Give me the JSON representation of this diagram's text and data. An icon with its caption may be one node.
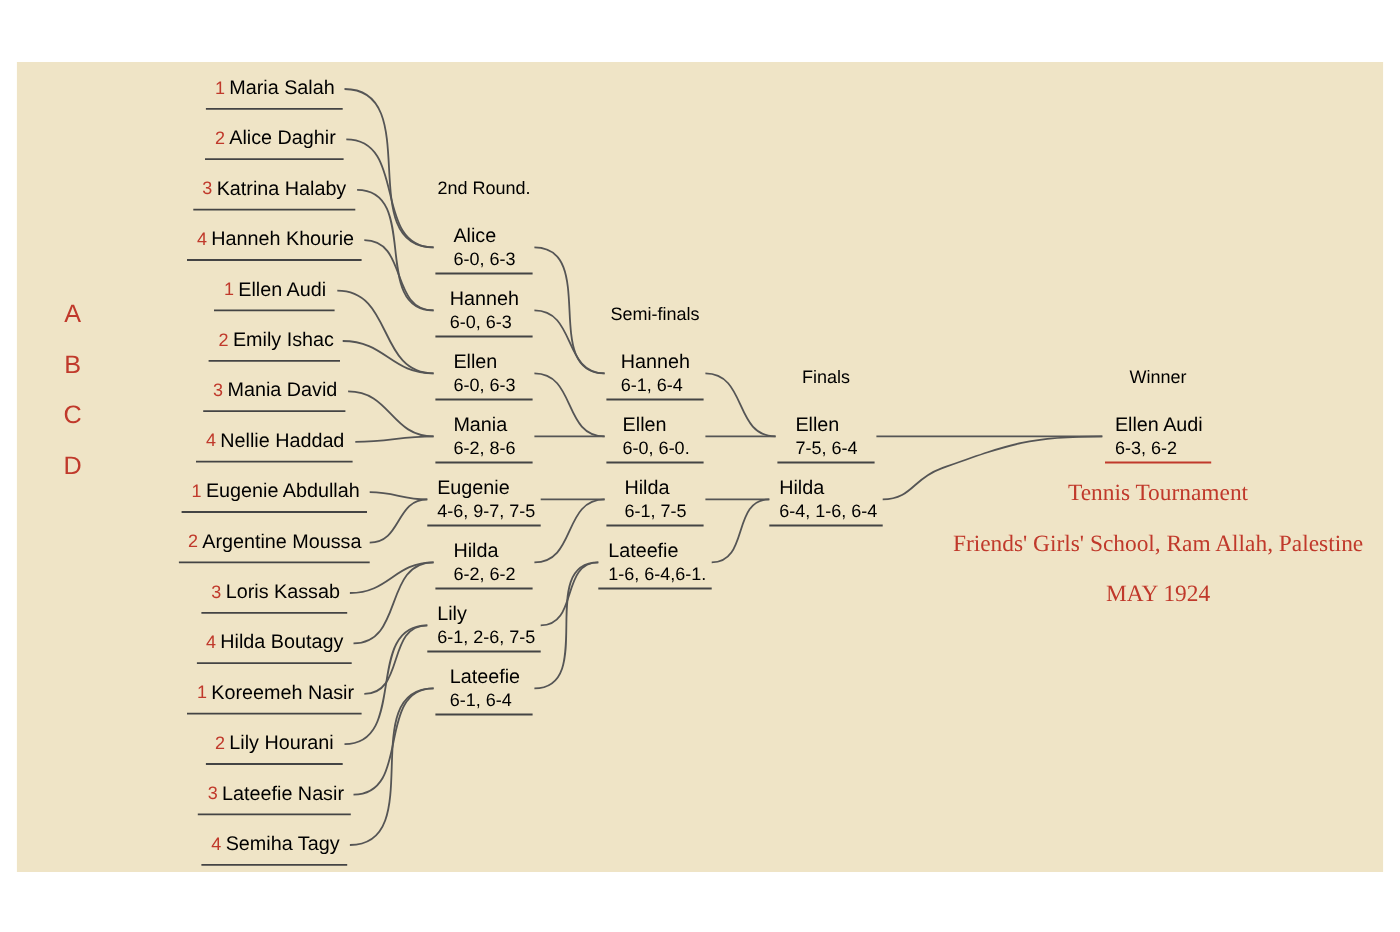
{
  "diagram": {
    "nodes": [
      {
        "text": [
          "1",
          "Maria Salah"
        ]
      },
      {
        "text": [
          "2",
          "Alice Daghir"
        ]
      },
      {
        "text": [
          "3",
          "Katrina Halaby"
        ]
      },
      {
        "text": [
          "4",
          "Hanneh Khourie"
        ]
      },
      {
        "text": [
          "1",
          "Ellen Audi"
        ]
      },
      {
        "text": [
          "2",
          "Emily Ishac"
        ]
      },
      {
        "text": [
          "3",
          "Mania David"
        ]
      },
      {
        "text": [
          "4",
          "Nellie Haddad"
        ]
      },
      {
        "text": [
          "1",
          "Eugenie Abdullah"
        ]
      },
      {
        "text": [
          "2",
          "Argentine Moussa"
        ]
      },
      {
        "text": [
          "3",
          "Loris Kassab"
        ]
      },
      {
        "text": [
          "4",
          "Hilda Boutagy"
        ]
      },
      {
        "text": [
          "1",
          "Koreemeh Nasir"
        ]
      },
      {
        "text": [
          "2",
          "Lily Hourani"
        ]
      },
      {
        "text": [
          "3",
          "Lateefie Nasir"
        ]
      },
      {
        "text": [
          "4",
          "Semiha Tagy"
        ]
      },
      {
        "text": [
          "Alice",
          "6-0, 6-3"
        ]
      },
      {
        "text": [
          "Hanneh",
          "6-0, 6-3"
        ]
      },
      {
        "text": [
          "Ellen",
          "6-0, 6-3"
        ]
      },
      {
        "text": [
          "Mania",
          "6-2, 8-6"
        ]
      },
      {
        "text": [
          "Eugenie",
          "4-6, 9-7, 7-5"
        ]
      },
      {
        "text": [
          "Hilda",
          "6-2, 6-2"
        ]
      },
      {
        "text": [
          "Lily",
          "6-1, 2-6, 7-5"
        ]
      },
      {
        "text": [
          "Lateefie",
          "6-1, 6-4"
        ]
      },
      {
        "text": [
          "Hanneh",
          "6-1, 6-4"
        ]
      },
      {
        "text": [
          "Ellen",
          "6-0, 6-0."
        ]
      },
      {
        "text": [
          "Hilda",
          "6-1, 7-5"
        ]
      },
      {
        "text": [
          "Lateefie",
          "1-6, 6-4,6-1."
        ]
      },
      {
        "text": [
          "Ellen",
          "7-5, 6-4"
        ]
      },
      {
        "text": [
          "Hilda",
          "6-4, 1-6, 6-4"
        ]
      },
      {
        "text": [
          "Ellen Audi",
          "6-3, 6-2"
        ]
      }
    ],
    "edges": [
      {
        "from": 0,
        "to": 16,
        "arrow": "none"
      },
      {
        "from": 1,
        "to": 16,
        "arrow": "none"
      },
      {
        "from": 2,
        "to": 17,
        "arrow": "none"
      },
      {
        "from": 3,
        "to": 17,
        "arrow": "none"
      },
      {
        "from": 4,
        "to": 18,
        "arrow": "none"
      },
      {
        "from": 5,
        "to": 18,
        "arrow": "none"
      },
      {
        "from": 6,
        "to": 19,
        "arrow": "none"
      },
      {
        "from": 7,
        "to": 19,
        "arrow": "none"
      },
      {
        "from": 8,
        "to": 20,
        "arrow": "none"
      },
      {
        "from": 9,
        "to": 20,
        "arrow": "none"
      },
      {
        "from": 10,
        "to": 21,
        "arrow": "none"
      },
      {
        "from": 11,
        "to": 21,
        "arrow": "none"
      },
      {
        "from": 12,
        "to": 22,
        "arrow": "none"
      },
      {
        "from": 13,
        "to": 22,
        "arrow": "none"
      },
      {
        "from": 14,
        "to": 23,
        "arrow": "none"
      },
      {
        "from": 15,
        "to": 23,
        "arrow": "none"
      },
      {
        "from": 16,
        "to": 24,
        "arrow": "none"
      },
      {
        "from": 17,
        "to": 24,
        "arrow": "none"
      },
      {
        "from": 18,
        "to": 25,
        "arrow": "none"
      },
      {
        "from": 19,
        "to": 25,
        "arrow": "none"
      },
      {
        "from": 20,
        "to": 26,
        "arrow": "none"
      },
      {
        "from": 21,
        "to": 26,
        "arrow": "none"
      },
      {
        "from": 22,
        "to": 27,
        "arrow": "none"
      },
      {
        "from": 23,
        "to": 27,
        "arrow": "none"
      },
      {
        "from": 24,
        "to": 28,
        "arrow": "none"
      },
      {
        "from": 25,
        "to": 28,
        "arrow": "none"
      },
      {
        "from": 26,
        "to": 29,
        "arrow": "none"
      },
      {
        "from": 27,
        "to": 29,
        "arrow": "none"
      },
      {
        "from": 28,
        "to": 30,
        "arrow": "none"
      },
      {
        "from": 29,
        "to": 30,
        "arrow": "none"
      }
    ],
    "labels": [
      "2nd Round.",
      "Semi-finals",
      "Finals",
      "Winner",
      "A",
      "B",
      "C",
      "D",
      "Tennis Tournament",
      "Friends' Girls' School, Ram Allah, Palestine",
      "MAY 1924"
    ]
  }
}
